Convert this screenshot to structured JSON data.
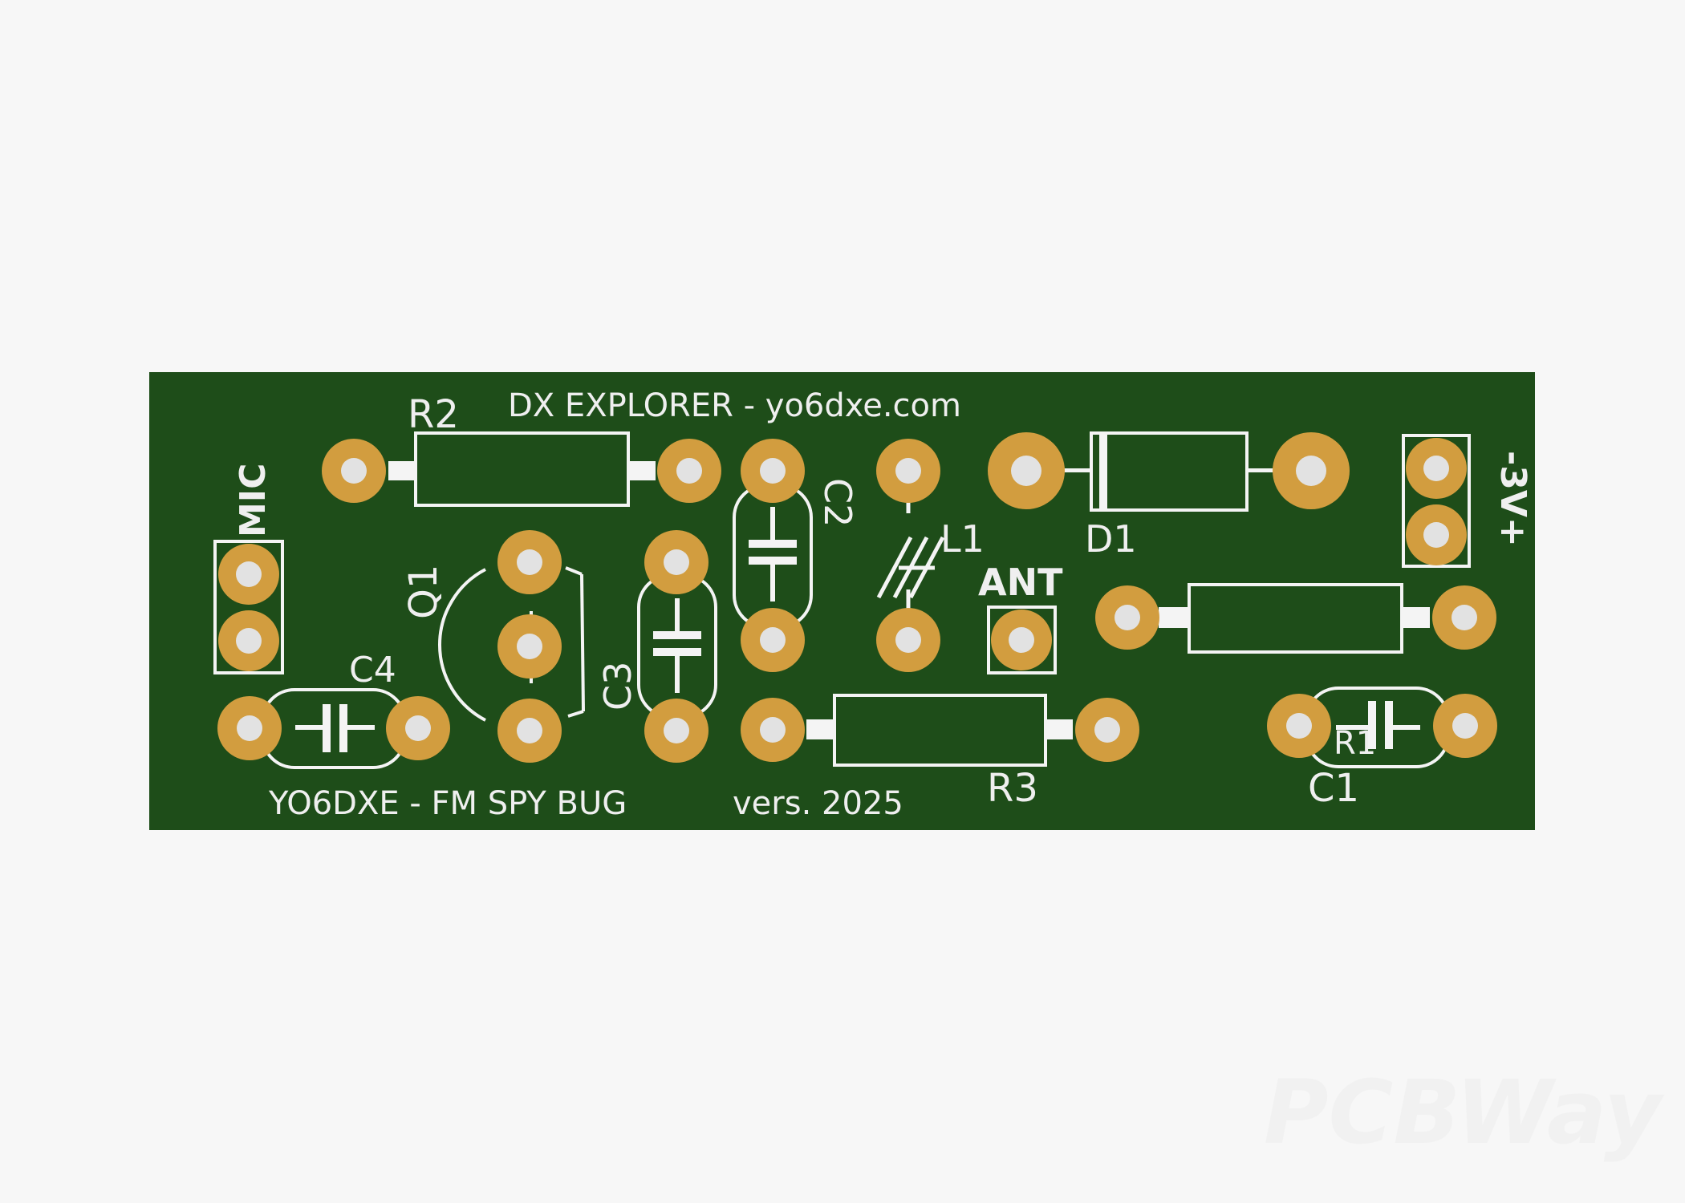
{
  "board": {
    "top_text": "DX EXPLORER - yo6dxe.com",
    "bottom_text": "YO6DXE - FM SPY BUG",
    "version_text": "vers. 2025",
    "colors": {
      "background": "#f7f7f7",
      "soldermask": "#1e4d19",
      "copper_pad": "#d29d3f",
      "drill": "#e2e2e2",
      "silkscreen": "#f4f4f4"
    }
  },
  "labels": {
    "r2": "R2",
    "r3": "R3",
    "r1": "R1",
    "q1": "Q1",
    "c1": "C1",
    "c2": "C2",
    "c3": "C3",
    "c4": "C4",
    "l1": "L1",
    "d1": "D1",
    "mic": "MIC",
    "ant": "ANT",
    "power": "-3V+"
  },
  "watermark": "PCBWay"
}
